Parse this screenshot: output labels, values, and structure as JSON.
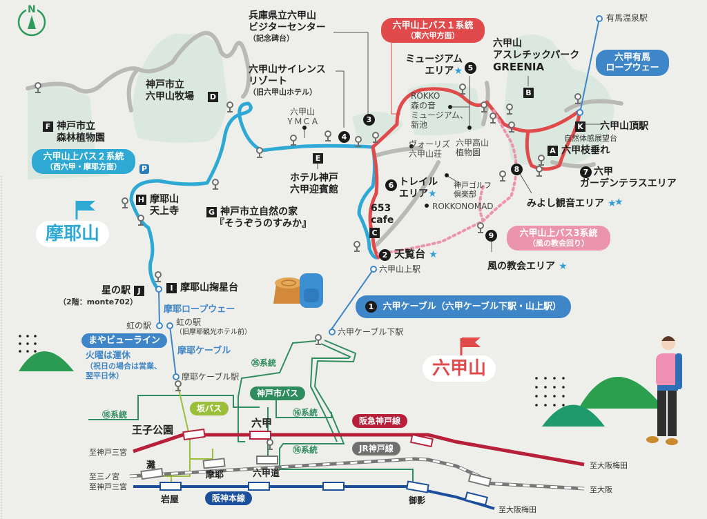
{
  "compass": {
    "letter": "N"
  },
  "colors": {
    "background": "#eeeeea",
    "forest": "#dbe8e0",
    "bus1_red": "#e04a4a",
    "bus2_cyan": "#2ea9d4",
    "bus3_pink": "#ec94ad",
    "ropeway_blue": "#3f86c8",
    "kobe_bus_green": "#2e8c5e",
    "saka_bus_lime": "#9bbf3a",
    "hankyu_red": "#b8203a",
    "jr_gray": "#707070",
    "hanshin_blue": "#1b4f9c",
    "star_blue": "#2f9fd8"
  },
  "mountains": {
    "maya": "摩耶山",
    "rokko": "六甲山"
  },
  "routes": {
    "bus1": {
      "title": "六甲山上バス１系統",
      "sub": "（東六甲方面）"
    },
    "bus2": {
      "title": "六甲山上バス２系統",
      "sub": "（西六甲・摩耶方面）"
    },
    "bus3": {
      "title": "六甲山上バス3系統",
      "sub": "（風の教会回り）"
    },
    "arima_ropeway": {
      "title": "六甲有馬",
      "sub": "ロープウェー"
    },
    "rokko_cable": {
      "num": "1",
      "title": "六甲ケーブル（六甲ケーブル下駅・山上駅）"
    },
    "maya_view_line": {
      "title": "まやビューライン",
      "note": "火曜は運休",
      "note_sub1": "（祝日の場合は営業、",
      "note_sub2": "翌平日休）"
    },
    "maya_ropeway": "摩耶ロープウェー",
    "maya_cable": "摩耶ケーブル",
    "kobe_bus": "神戸市バス",
    "saka_bus": "坂バス",
    "bus_26": "㉖系統",
    "bus_18": "⑱系統",
    "bus_106": "⑯系統",
    "bus_16": "⑯系統",
    "parking": "P"
  },
  "areas": [
    {
      "num": "2",
      "label": "天覧台",
      "star": "★"
    },
    {
      "num": "3"
    },
    {
      "num": "4"
    },
    {
      "num": "5"
    },
    {
      "num": "6",
      "label1": "トレイル",
      "label2": "エリア",
      "star": "★"
    },
    {
      "num": "7",
      "label1": "六甲",
      "label2": "ガーデンテラスエリア",
      "star": "★"
    },
    {
      "num": "8",
      "label": "みよし観音エリア",
      "star": "★"
    },
    {
      "num": "9",
      "label": "風の教会エリア",
      "star": "★"
    }
  ],
  "museum_area": {
    "label1": "ミュージアム",
    "label2": "エリア",
    "star": "★"
  },
  "facilities": {
    "A": {
      "code": "A",
      "pre": "自然体感展望台",
      "label": "六甲枝垂れ"
    },
    "B": {
      "code": "B",
      "label1": "六甲山",
      "label2": "アスレチックパーク",
      "label3": "GREENIA"
    },
    "C": {
      "code": "C",
      "label1": "653",
      "label2": "cafe"
    },
    "D": {
      "code": "D",
      "label1": "神戸市立",
      "label2": "六甲山牧場"
    },
    "E": {
      "code": "E",
      "label1": "ホテル神戸",
      "label2": "六甲迎賓館"
    },
    "F": {
      "code": "F",
      "label1": "神戸市立",
      "label2": "森林植物園"
    },
    "G": {
      "code": "G",
      "label1": "神戸市立自然の家",
      "label2": "『そうぞうのすみか』"
    },
    "H": {
      "code": "H",
      "label1": "摩耶山",
      "label2": "天上寺"
    },
    "I": {
      "code": "I",
      "label": "摩耶山掬星台"
    },
    "J": {
      "code": "J",
      "label": "星の駅",
      "sub": "（2階：monte702）"
    },
    "K": {
      "code": "K",
      "label": "六甲山頂駅"
    }
  },
  "landmarks": {
    "visitor_center": {
      "l1": "兵庫県立六甲山",
      "l2": "ビジターセンター",
      "l3": "（記念碑台）"
    },
    "silence_resort": {
      "l1": "六甲山サイレンス",
      "l2": "リゾート",
      "l3": "（旧六甲山ホテル）"
    },
    "ymca": {
      "l1": "六甲山",
      "l2": "ＹＭＣＡ"
    },
    "rokko_morinooto": {
      "l1": "ROKKO",
      "l2": "森の音",
      "l3": "ミュージアム、",
      "l4": "新池"
    },
    "vories": {
      "l1": "ヴォーリズ",
      "l2": "六甲山荘"
    },
    "alpine_garden": {
      "l1": "六甲高山",
      "l2": "植物園"
    },
    "golf_club": {
      "l1": "神戸ゴルフ",
      "l2": "倶楽部"
    },
    "rokkonomad": "ROKKONOMAD"
  },
  "stations": {
    "arima_onsen": "有馬温泉駅",
    "rokko_sanjo": "六甲山上駅",
    "rokko_cable_shita": "六甲ケーブル下駅",
    "niji_left": "虹の駅",
    "niji_right": "虹の駅",
    "niji_right_sub": "（旧摩耶観光ホテル前）",
    "maya_cable": "摩耶ケーブル駅"
  },
  "rail": {
    "hankyu": "阪急神戸線",
    "jr": "JR神戸線",
    "hanshin": "阪神本線",
    "stations": {
      "oji_koen": "王子公園",
      "rokko": "六甲",
      "nada": "灘",
      "maya": "摩耶",
      "rokkomichi": "六甲道",
      "iwaya": "岩屋",
      "mikage": "御影"
    },
    "destinations": {
      "hankyu_west": "至神戸三宮",
      "jr_west": "至三ノ宮",
      "hanshin_west": "至神戸三宮",
      "hankyu_east": "至大阪梅田",
      "jr_east": "至大阪",
      "hanshin_east": "至大阪梅田"
    }
  }
}
